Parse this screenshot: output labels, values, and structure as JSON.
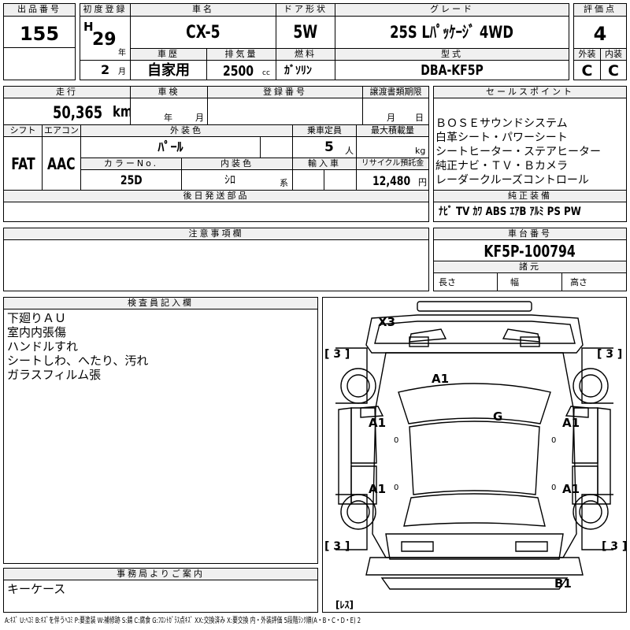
{
  "labels": {
    "lot_no": "出品番号",
    "first_reg": "初度登録",
    "car_name": "車名",
    "door": "ドア形状",
    "grade": "グレード",
    "score": "評価点",
    "history": "車歴",
    "displacement": "排気量",
    "fuel": "燃料",
    "model_code": "型式",
    "exterior": "外装",
    "interior": "内装",
    "mileage": "走行",
    "inspection": "車検",
    "reg_no": "登録番号",
    "transfer_doc": "譲渡書類期限",
    "sales_point": "セールスポイント",
    "shift": "シフト",
    "aircon": "エアコン",
    "ext_color": "外装色",
    "capacity": "乗車定員",
    "max_load": "最大積載量",
    "color_no": "カラーNo.",
    "int_color": "内装色",
    "import": "輸入車",
    "recycle": "リサイクル預託金",
    "later_parts": "後日発送部品",
    "std_equip": "純正装備",
    "caution": "注意事項欄",
    "chassis_no": "車台番号",
    "specs": "諸元",
    "inspector_notes": "検査員記入欄",
    "office_notice": "事務局よりご案内"
  },
  "lot_no": "155",
  "first_reg": {
    "era": "H",
    "year": "29",
    "year_unit": "年",
    "month": "2",
    "month_unit": "月"
  },
  "car_name": "CX-5",
  "door": "5W",
  "grade": "25S Lﾊﾟｯｹｰｼﾞ 4WD",
  "score": "4",
  "history": "自家用",
  "displacement": "2500",
  "displacement_unit": "cc",
  "fuel": "ｶﾞｿﾘﾝ",
  "model_code": "DBA-KF5P",
  "exterior_grade": "C",
  "interior_grade": "C",
  "mileage": "50,365",
  "mileage_unit": "km",
  "inspection": {
    "year_unit": "年",
    "month_unit": "月"
  },
  "transfer": {
    "month_unit": "月",
    "day_unit": "日"
  },
  "shift": "FAT",
  "aircon": "AAC",
  "ext_color": "ﾊﾟｰﾙ",
  "capacity": "5",
  "capacity_unit": "人",
  "max_load_unit": "kg",
  "color_no": "25D",
  "int_color": "ｼﾛ",
  "int_color_unit": "系",
  "recycle": "12,480",
  "recycle_unit": "円",
  "sales_points": [
    "ＢＯＳＥサウンドシステム",
    "白革シート・パワーシート",
    "シートヒーター・ステアヒーター",
    "純正ナビ・ＴＶ・Ｂカメラ",
    "レーダークルーズコントロール"
  ],
  "equipment": [
    "ﾅﾋﾞ",
    "TV",
    "ｶﾜ",
    "ABS",
    "ｴｱB",
    "ｱﾙﾐ",
    "PS",
    "PW"
  ],
  "chassis_no": "KF5P-100794",
  "specs": {
    "length": "長さ",
    "width": "幅",
    "height": "高さ"
  },
  "inspector_notes": [
    "下廻りＡＵ",
    "室内内張傷",
    "ハンドルすれ",
    "シートしわ、へたり、汚れ",
    "ガラスフィルム張"
  ],
  "office_notice": "キーケース",
  "diagram": {
    "marks": {
      "x3": "X3",
      "a1_roof": "A1",
      "g_glass": "G",
      "a1_front_left": "A1",
      "a1_front_right": "A1",
      "a1_rear_left": "A1",
      "a1_rear_right": "A1",
      "b1": "B1"
    },
    "tires": {
      "fl": "[ 3 ]",
      "fr": "[ 3 ]",
      "rl": "[ 3 ]",
      "rr": "[ 3 ]"
    },
    "spare": "[ﾚｽ]",
    "door_zeros": [
      "0",
      "0",
      "0",
      "0"
    ]
  },
  "legend": "A:ｷｽﾞ U:ﾍｺﾐ B:ｷｽﾞを伴うﾍｺﾐ P:要塗装 W:補修跡 S:錆 C:腐食 G:ﾌﾛﾝﾄｶﾞﾗｽ点ｷｽﾞ XX:交換済み X:要交換 内・外装評価 5段階ﾗﾝｸ順(A・B・C・D・E) 2"
}
